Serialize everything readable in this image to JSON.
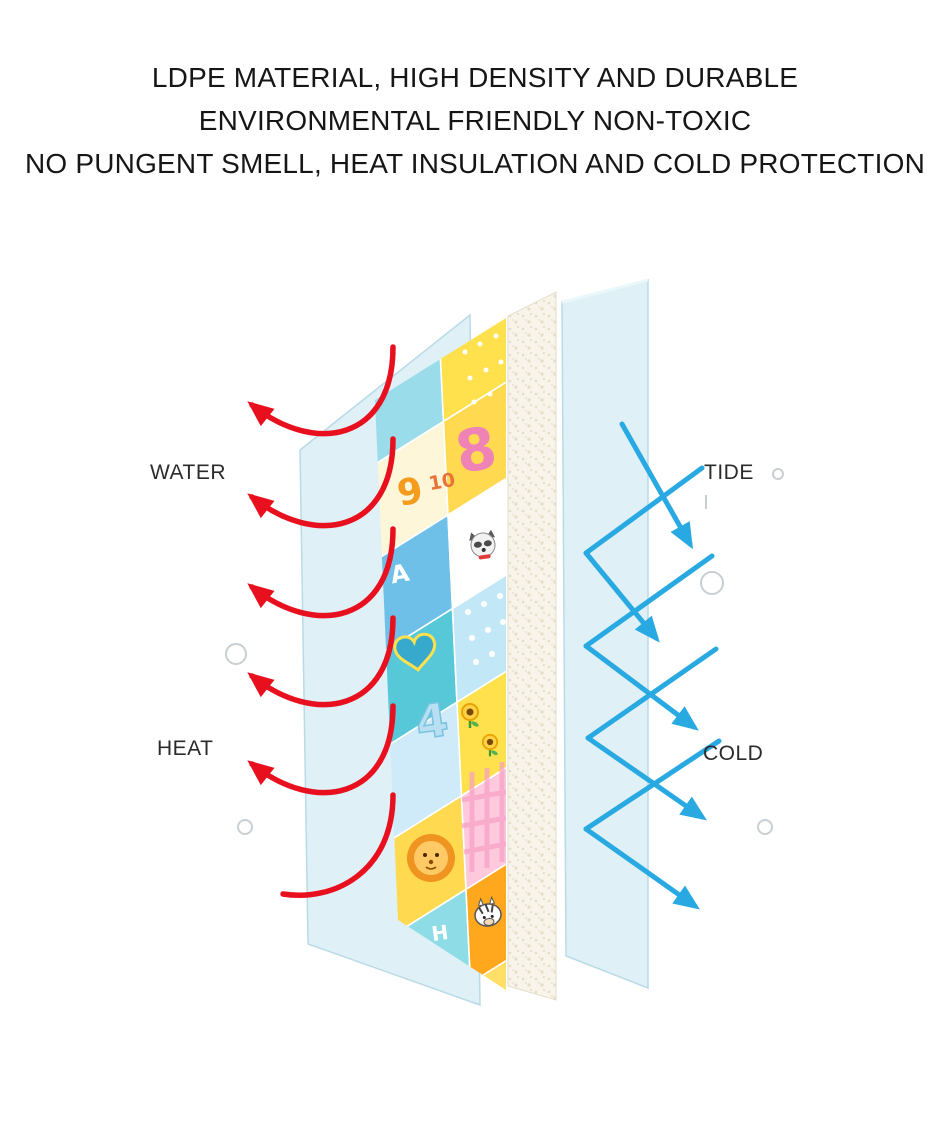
{
  "header": {
    "lines": [
      "LDPE MATERIAL, HIGH DENSITY AND DURABLE",
      "ENVIRONMENTAL FRIENDLY NON-TOXIC",
      "NO PUNGENT SMELL, HEAT INSULATION AND COLD PROTECTION"
    ]
  },
  "labels": {
    "water": "WATER",
    "heat": "HEAT",
    "tide": "TIDE",
    "cold": "COLD"
  },
  "mat": {
    "patch_texts": {
      "eight": "8",
      "nine": "9",
      "ten": "10",
      "four": "4",
      "a": "A",
      "h": "H"
    }
  },
  "icons": {
    "left_arrows": "red-reflect-arrows",
    "right_arrows": "blue-bounce-arrows"
  },
  "colors": {
    "heading_text": "#161616",
    "label_text": "#2b2b2b",
    "red_arrow": "#e8101e",
    "blue_arrow": "#29a9e1",
    "film_blue": "#d9edf4",
    "film_edge": "#b9dbe7",
    "foam": "#f8f4ea",
    "foam_dot": "#e6ddc8",
    "bubble_stroke": "#c9ced2"
  }
}
